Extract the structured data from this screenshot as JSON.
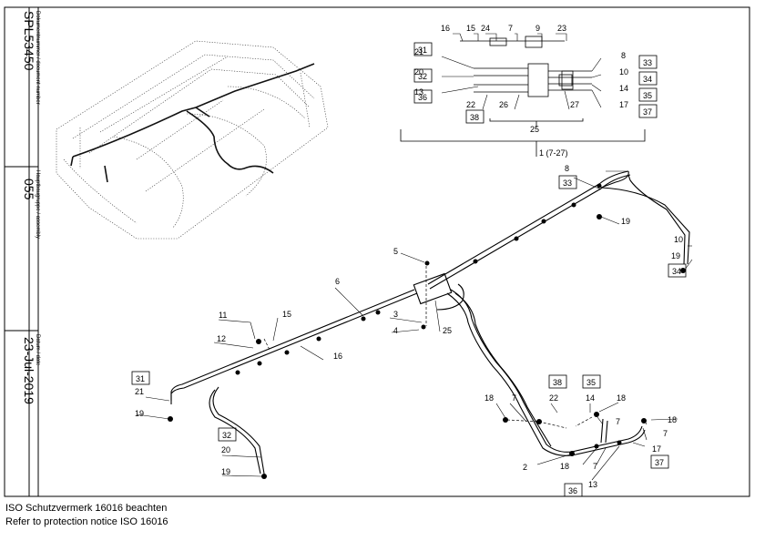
{
  "title_block": {
    "doc_number_label": "Dokumentnummer / document number",
    "doc_number": "SPL53450",
    "assembly_label": "Hauptbaugruppe / assembly",
    "assembly": "055",
    "date_label": "Datum / date",
    "date": "23-Jul-2019"
  },
  "footer": {
    "line1": "ISO Schutzvermerk 16016 beachten",
    "line2": "Refer to protection notice ISO 16016"
  },
  "callouts": [
    {
      "id": "c16a",
      "text": "16"
    },
    {
      "id": "c15a",
      "text": "15"
    },
    {
      "id": "c24",
      "text": "24"
    },
    {
      "id": "c7a",
      "text": "7"
    },
    {
      "id": "c9",
      "text": "9"
    },
    {
      "id": "c23",
      "text": "23"
    },
    {
      "id": "c21a",
      "text": "21"
    },
    {
      "id": "c20a",
      "text": "20"
    },
    {
      "id": "c13a",
      "text": "13"
    },
    {
      "id": "c22a",
      "text": "22"
    },
    {
      "id": "c26",
      "text": "26"
    },
    {
      "id": "c27",
      "text": "27"
    },
    {
      "id": "c8a",
      "text": "8"
    },
    {
      "id": "c10a",
      "text": "10"
    },
    {
      "id": "c14a",
      "text": "14"
    },
    {
      "id": "c17a",
      "text": "17"
    },
    {
      "id": "c25a",
      "text": "25"
    },
    {
      "id": "c1",
      "text": "1 (7-27)"
    },
    {
      "id": "c8b",
      "text": "8"
    },
    {
      "id": "c19a",
      "text": "19"
    },
    {
      "id": "c10b",
      "text": "10"
    },
    {
      "id": "c19b",
      "text": "19"
    },
    {
      "id": "c5",
      "text": "5"
    },
    {
      "id": "c6",
      "text": "6"
    },
    {
      "id": "c3",
      "text": "3"
    },
    {
      "id": "c4",
      "text": "4"
    },
    {
      "id": "c25b",
      "text": "25"
    },
    {
      "id": "c11",
      "text": "11"
    },
    {
      "id": "c15b",
      "text": "15"
    },
    {
      "id": "c12",
      "text": "12"
    },
    {
      "id": "c16b",
      "text": "16"
    },
    {
      "id": "c21b",
      "text": "21"
    },
    {
      "id": "c19c",
      "text": "19"
    },
    {
      "id": "c20b",
      "text": "20"
    },
    {
      "id": "c19d",
      "text": "19"
    },
    {
      "id": "c18a",
      "text": "18"
    },
    {
      "id": "c7b",
      "text": "7"
    },
    {
      "id": "c22b",
      "text": "22"
    },
    {
      "id": "c14b",
      "text": "14"
    },
    {
      "id": "c18b",
      "text": "18"
    },
    {
      "id": "c7c",
      "text": "7"
    },
    {
      "id": "c18c",
      "text": "18"
    },
    {
      "id": "c7d",
      "text": "7"
    },
    {
      "id": "c17b",
      "text": "17"
    },
    {
      "id": "c2",
      "text": "2"
    },
    {
      "id": "c18d",
      "text": "18"
    },
    {
      "id": "c7e",
      "text": "7"
    },
    {
      "id": "c13b",
      "text": "13"
    }
  ],
  "boxed": [
    {
      "id": "b31a",
      "text": "31"
    },
    {
      "id": "b32a",
      "text": "32"
    },
    {
      "id": "b36a",
      "text": "36"
    },
    {
      "id": "b38a",
      "text": "38"
    },
    {
      "id": "b33a",
      "text": "33"
    },
    {
      "id": "b34a",
      "text": "34"
    },
    {
      "id": "b35a",
      "text": "35"
    },
    {
      "id": "b37a",
      "text": "37"
    },
    {
      "id": "b33b",
      "text": "33"
    },
    {
      "id": "b34b",
      "text": "34"
    },
    {
      "id": "b31b",
      "text": "31"
    },
    {
      "id": "b32b",
      "text": "32"
    },
    {
      "id": "b38b",
      "text": "38"
    },
    {
      "id": "b35b",
      "text": "35"
    },
    {
      "id": "b37b",
      "text": "37"
    },
    {
      "id": "b36b",
      "text": "36"
    }
  ]
}
